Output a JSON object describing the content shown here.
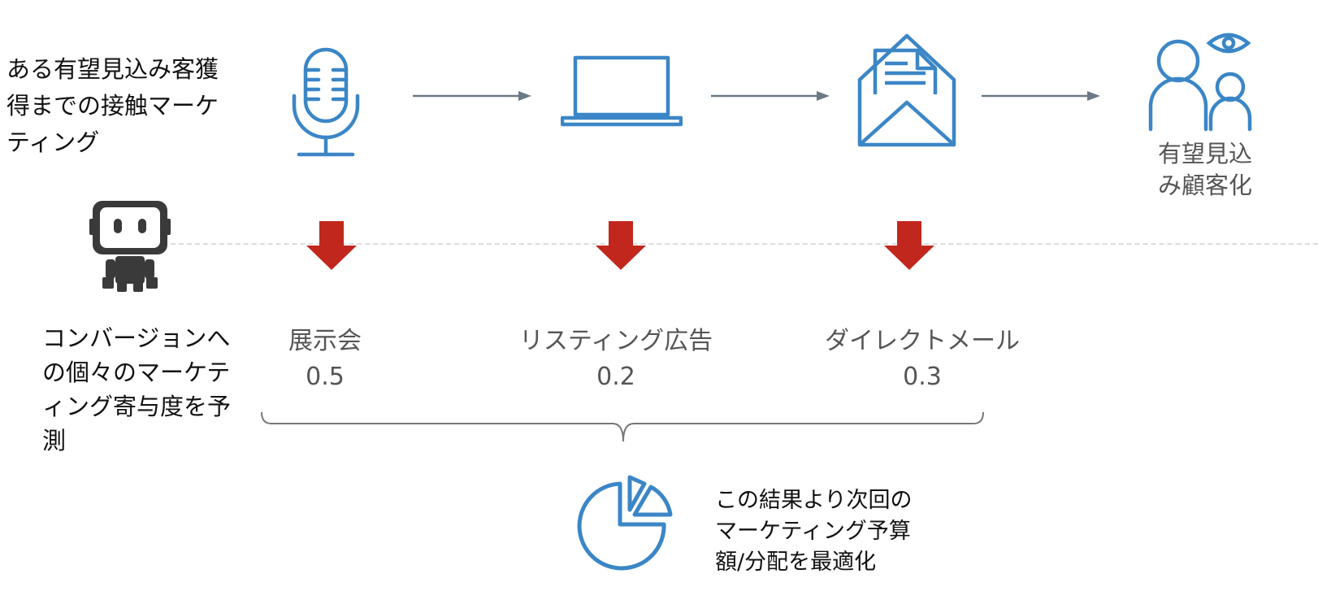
{
  "flow": {
    "lead_text": "ある有望見込み客獲得までの接触マーケティング",
    "goal_label": "有望見込み顧客化",
    "touchpoints": [
      "mic-icon",
      "laptop-icon",
      "mail-icon"
    ],
    "goal_icon": "people-eye-icon",
    "arrow_color": "#6b7a86",
    "icon_color": "#3b86c6"
  },
  "prediction": {
    "text": "コンバージョンへの個々のマーケティング寄与度を予測",
    "icon": "robot-icon",
    "down_arrow_color": "#c1271d",
    "channels": [
      {
        "name": "展示会",
        "value": "0.5"
      },
      {
        "name": "リスティング広告",
        "value": "0.2"
      },
      {
        "name": "ダイレクトメール",
        "value": "0.3"
      }
    ]
  },
  "result": {
    "icon": "pie-chart-icon",
    "text": "この結果より次回のマーケティング予算額/分配を最適化"
  }
}
